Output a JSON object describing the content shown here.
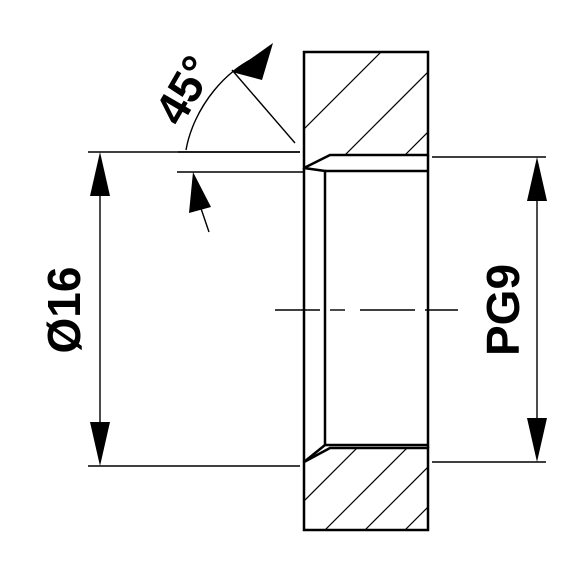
{
  "drawing": {
    "diameter_label": "Ø16",
    "thread_label": "PG9",
    "angle_label": "45°",
    "line_color": "#000000",
    "background": "#ffffff"
  }
}
